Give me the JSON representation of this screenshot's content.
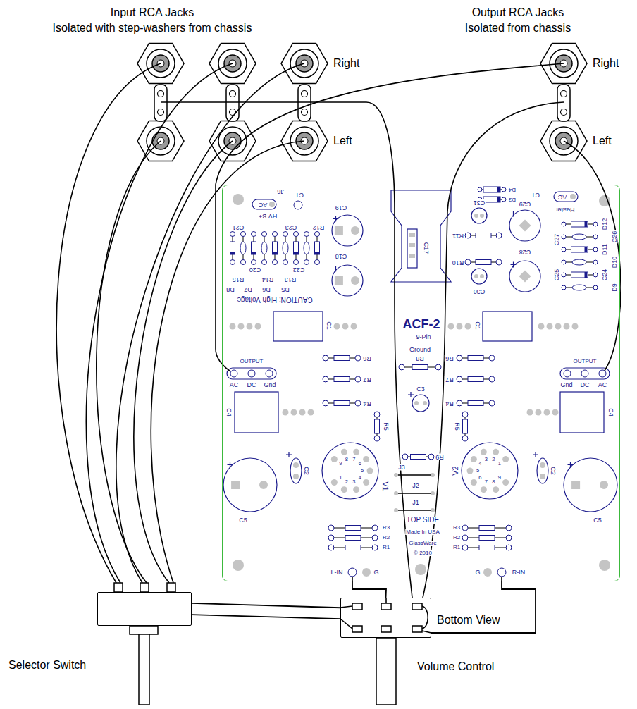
{
  "diagram": {
    "nodes": [
      {
        "text": [
          "ACF-2",
          "9-Pin"
        ]
      },
      {
        "text": [
          "Selector Switch"
        ]
      },
      {
        "text": [
          "Bottom View",
          "Volume Control"
        ]
      }
    ],
    "edges": [
      {
        "from": 1,
        "to": 2,
        "arrow": "none"
      },
      {
        "from": 1,
        "to": 2,
        "arrow": "none"
      },
      {
        "from": 2,
        "to": 0,
        "arrow": "none"
      },
      {
        "from": 2,
        "to": 0,
        "arrow": "none"
      }
    ],
    "labels": [
      "Input RCA Jacks",
      "Isolated with step-washers from chassis",
      "Output RCA Jacks",
      "Isolated from chassis",
      "Right",
      "Left",
      "Right",
      "Left",
      "J6",
      "CT",
      "AC",
      "HV B+",
      "C19",
      "C18",
      "C21",
      "C23",
      "R12",
      "C20",
      "C22",
      "R15",
      "R14",
      "R13",
      "D8",
      "D7",
      "D6",
      "D5",
      "CAUTION: High Voltage",
      "C17",
      "D4",
      "D3",
      "CT",
      "AC",
      "Heater",
      "C31",
      "C29",
      "R11",
      "R10",
      "C30",
      "C28",
      "C27",
      "D12",
      "C26",
      "D11",
      "D10",
      "C24",
      "C25",
      "D9",
      "C1",
      "C1",
      "OUTPUT",
      "AC",
      "DC",
      "Gnd",
      "OUTPUT",
      "Gnd",
      "DC",
      "AC",
      "R6",
      "Ground",
      "R8",
      "R6",
      "R7",
      "R7",
      "R4",
      "R4",
      "R5",
      "R5",
      "C3",
      "C4",
      "C4",
      "C2",
      "C2",
      "C5",
      "C5",
      "V1",
      "V2",
      "R9",
      "J3",
      "J2",
      "J1",
      "TOP SIDE",
      "Made In USA",
      "GlassWare",
      "© 2010",
      "R3",
      "R2",
      "R1",
      "R3",
      "R2",
      "R1",
      "L-IN",
      "G",
      "G",
      "R-IN",
      "1",
      "2",
      "3",
      "4",
      "5",
      "6",
      "7",
      "8",
      "9",
      "1",
      "2",
      "3",
      "4",
      "5",
      "6",
      "7",
      "8",
      "9"
    ]
  }
}
